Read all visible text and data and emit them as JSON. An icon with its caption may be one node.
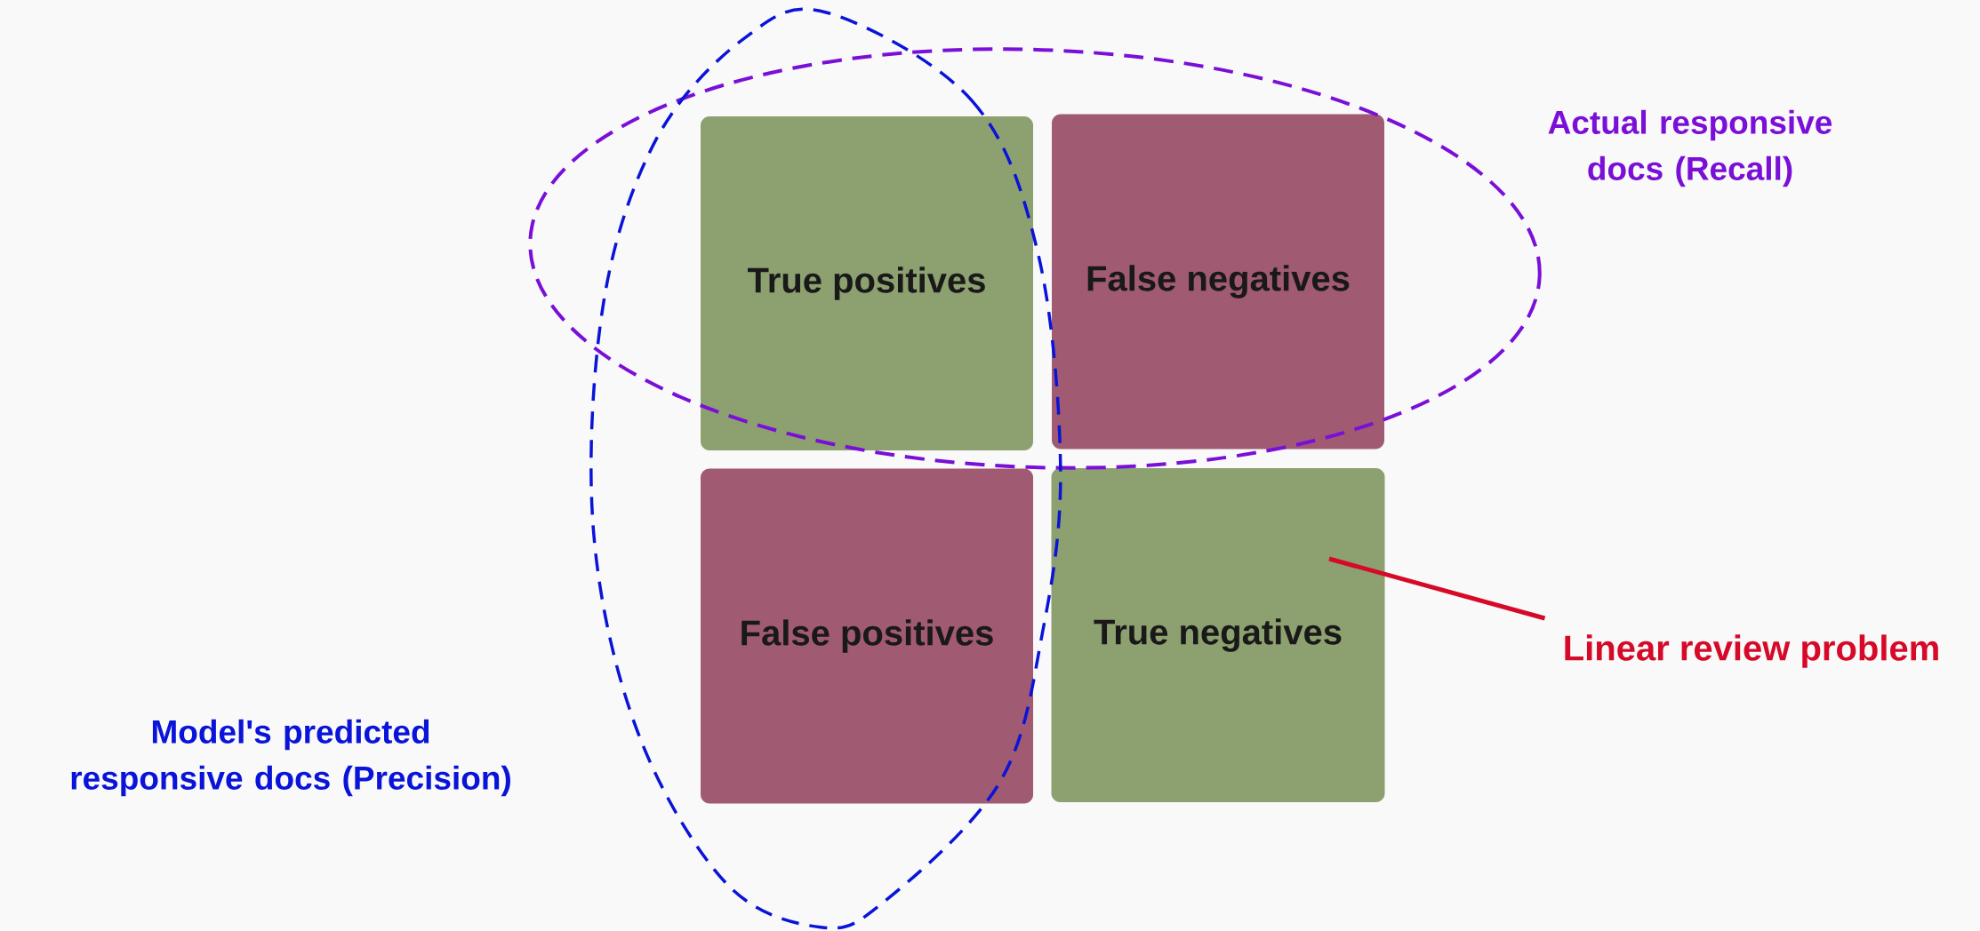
{
  "diagram": {
    "nodes": [
      {
        "text": [
          "True positives"
        ]
      },
      {
        "text": [
          "False negatives"
        ]
      },
      {
        "text": [
          "False positives"
        ]
      },
      {
        "text": [
          "True negatives"
        ]
      },
      {
        "text": [
          "Linear review problem"
        ]
      }
    ],
    "edges": [
      {
        "from": 4,
        "to": 3,
        "arrow": "none",
        "color": "#d60a28"
      }
    ],
    "labels": [
      "Actual responsive docs (Recall)",
      "Model's predicted responsive docs (Precision)"
    ]
  }
}
